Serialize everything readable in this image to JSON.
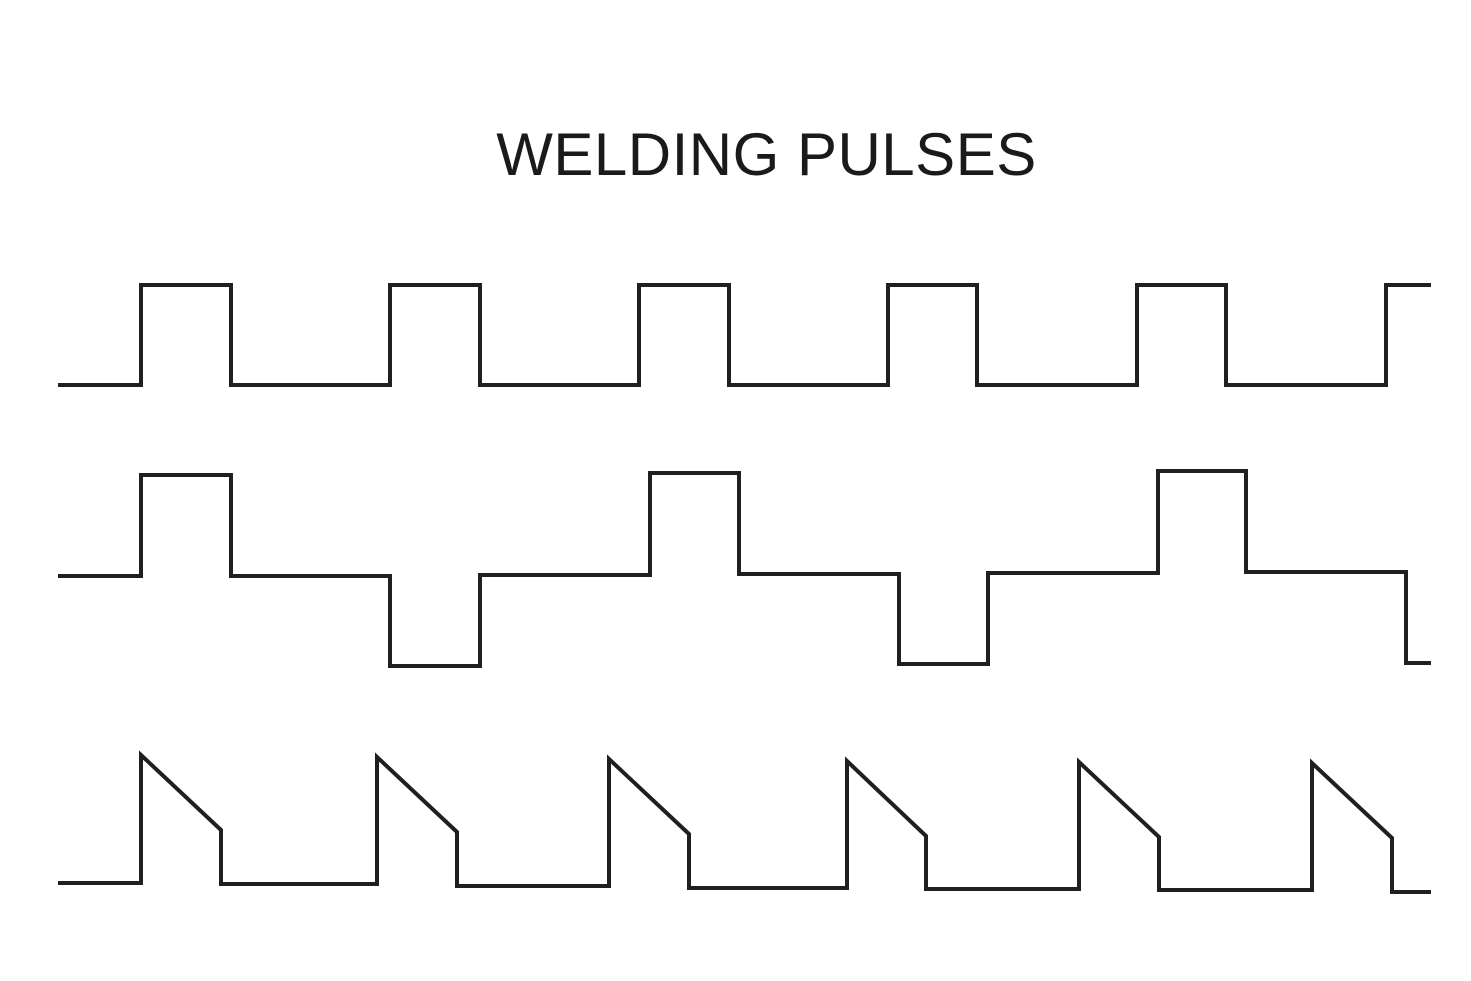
{
  "title": "WELDING PULSES",
  "colors": {
    "line": "#1f1f1f",
    "background": "#ffffff"
  },
  "waveforms": [
    {
      "kind": "square-pulse"
    },
    {
      "kind": "bipolar-pulse"
    },
    {
      "kind": "sawtooth-pulse"
    }
  ]
}
